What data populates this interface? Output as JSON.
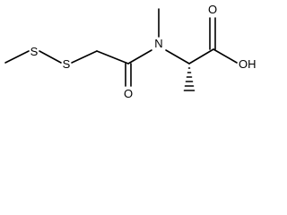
{
  "molecule": {
    "atoms": {
      "s1": "S",
      "s2": "S",
      "n": "N",
      "o_carbonyl": "O",
      "o_acid": "O",
      "oh": "OH"
    }
  }
}
